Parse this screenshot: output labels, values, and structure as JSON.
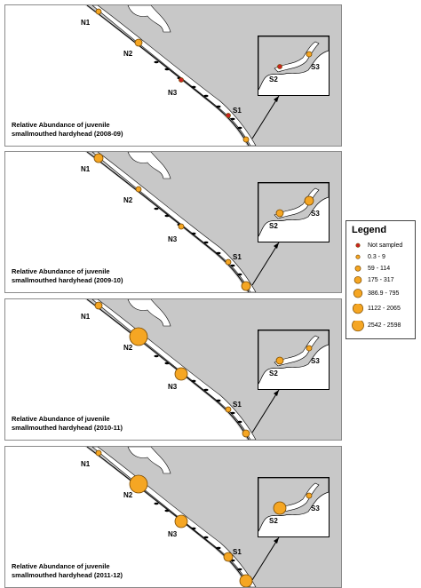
{
  "panels": [
    {
      "title_line1": "Relative Abundance of juvenile",
      "title_line2": "smallmouthed hardyhead (2008-09)",
      "sites": {
        "N1": {
          "label": "N1",
          "class": "0.3 - 9"
        },
        "N2": {
          "label": "N2",
          "class": "59 - 114"
        },
        "N3": {
          "label": "N3",
          "class": "Not sampled"
        },
        "S1": {
          "label": "S1",
          "class": "Not sampled"
        },
        "S1b": {
          "label": "",
          "class": "0.3 - 9"
        },
        "S2": {
          "label": "S2",
          "class": "Not sampled"
        },
        "S3": {
          "label": "S3",
          "class": "0.3 - 9"
        }
      }
    },
    {
      "title_line1": "Relative Abundance of juvenile",
      "title_line2": "smallmouthed hardyhead (2009-10)",
      "sites": {
        "N1": {
          "label": "N1",
          "class": "175 - 317"
        },
        "N2": {
          "label": "N2",
          "class": "0.3 - 9"
        },
        "N3": {
          "label": "N3",
          "class": "0.3 - 9"
        },
        "S1": {
          "label": "S1",
          "class": "0.3 - 9"
        },
        "S1b": {
          "label": "",
          "class": "175 - 317"
        },
        "S2": {
          "label": "S2",
          "class": "59 - 114"
        },
        "S3": {
          "label": "S3",
          "class": "175 - 317"
        }
      }
    },
    {
      "title_line1": "Relative Abundance of juvenile",
      "title_line2": "smallmouthed hardyhead (2010-11)",
      "sites": {
        "N1": {
          "label": "N1",
          "class": "59 - 114"
        },
        "N2": {
          "label": "N2",
          "class": "1122 - 2065"
        },
        "N3": {
          "label": "N3",
          "class": "386.9 - 795"
        },
        "S1": {
          "label": "S1",
          "class": "0.3 - 9"
        },
        "S1b": {
          "label": "",
          "class": "59 - 114"
        },
        "S2": {
          "label": "S2",
          "class": "59 - 114"
        },
        "S3": {
          "label": "S3",
          "class": "0.3 - 9"
        }
      }
    },
    {
      "title_line1": "Relative Abundance of juvenile",
      "title_line2": "smallmouthed hardyhead (2011-12)",
      "sites": {
        "N1": {
          "label": "N1",
          "class": "0.3 - 9"
        },
        "N2": {
          "label": "N2",
          "class": "1122 - 2065"
        },
        "N3": {
          "label": "N3",
          "class": "386.9 - 795"
        },
        "S1": {
          "label": "S1",
          "class": "175 - 317"
        },
        "S1b": {
          "label": "",
          "class": "386.9 - 795"
        },
        "S2": {
          "label": "S2",
          "class": "386.9 - 795"
        },
        "S3": {
          "label": "S3",
          "class": "0.3 - 9"
        }
      }
    }
  ],
  "legend": {
    "title": "Legend",
    "items": [
      {
        "label": "Not sampled",
        "color": "#cc2222"
      },
      {
        "label": "0.3 - 9",
        "color": "#f5a623"
      },
      {
        "label": "59 - 114",
        "color": "#f5a623"
      },
      {
        "label": "175 - 317",
        "color": "#f5a623"
      },
      {
        "label": "386.9 - 795",
        "color": "#f5a623"
      },
      {
        "label": "1122 - 2065",
        "color": "#f5a623"
      },
      {
        "label": "2542 - 2598",
        "color": "#f5a623"
      }
    ]
  },
  "colors": {
    "land": "#c8c8c8",
    "water": "#ffffff",
    "sampled": "#f5a623",
    "not_sampled": "#cc2222"
  }
}
